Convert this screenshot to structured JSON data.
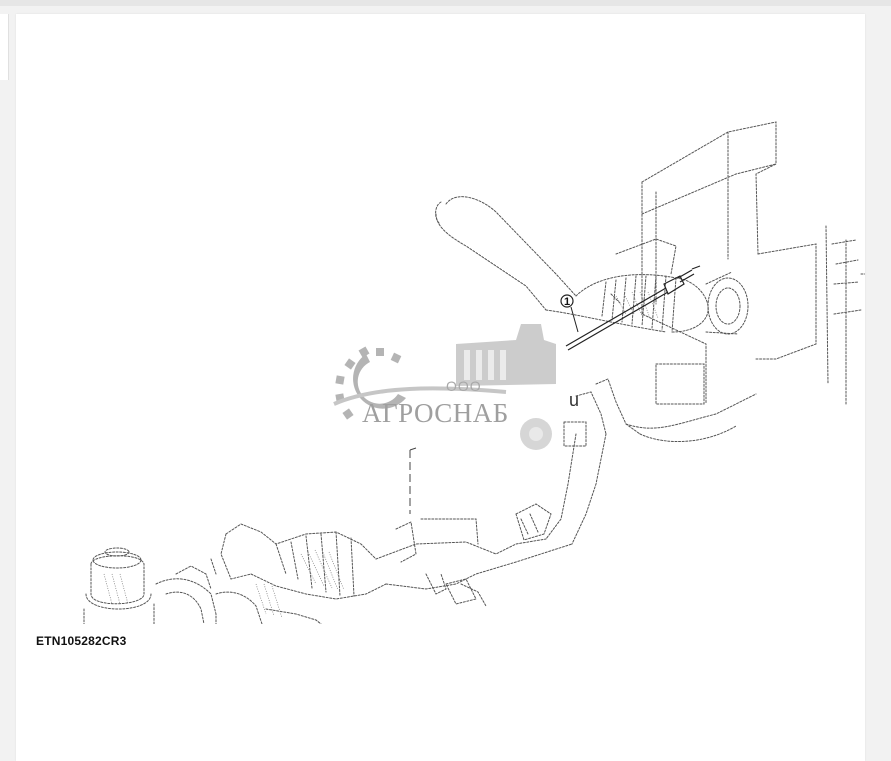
{
  "figure": {
    "caption": "ETN105282CR3",
    "callouts": [
      "1"
    ],
    "part_letter": "u"
  },
  "watermark": {
    "prefix": "ООО",
    "name": "АГРОСНАБ",
    "color": "#8f8f8f"
  },
  "colors": {
    "background": "#f2f2f2",
    "card": "#ffffff",
    "line_art": "#555555"
  }
}
